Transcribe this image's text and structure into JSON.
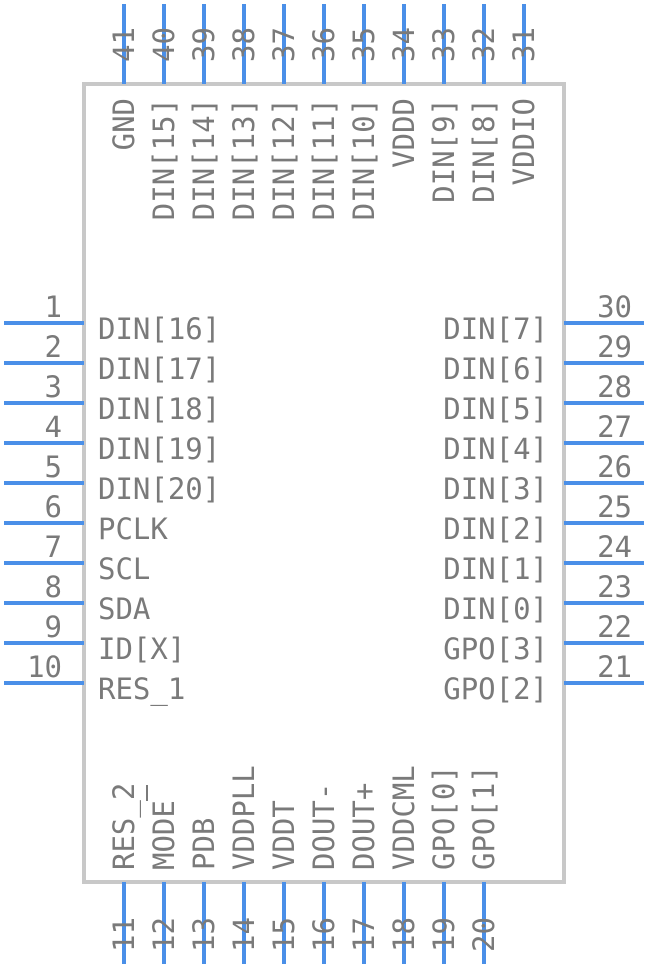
{
  "colors": {
    "pin": "#4a8fe8",
    "body": "#c8c8c8",
    "text": "#7a7a7a"
  },
  "pins_left": [
    {
      "num": "1",
      "name": "DIN[16]"
    },
    {
      "num": "2",
      "name": "DIN[17]"
    },
    {
      "num": "3",
      "name": "DIN[18]"
    },
    {
      "num": "4",
      "name": "DIN[19]"
    },
    {
      "num": "5",
      "name": "DIN[20]"
    },
    {
      "num": "6",
      "name": "PCLK"
    },
    {
      "num": "7",
      "name": "SCL"
    },
    {
      "num": "8",
      "name": "SDA"
    },
    {
      "num": "9",
      "name": "ID[X]"
    },
    {
      "num": "10",
      "name": "RES_1"
    }
  ],
  "pins_bottom": [
    {
      "num": "11",
      "name": "RES_2"
    },
    {
      "num": "12",
      "name": "MODE"
    },
    {
      "num": "13",
      "name": "PDB"
    },
    {
      "num": "14",
      "name": "VDDPLL"
    },
    {
      "num": "15",
      "name": "VDDT"
    },
    {
      "num": "16",
      "name": "DOUT-"
    },
    {
      "num": "17",
      "name": "DOUT+"
    },
    {
      "num": "18",
      "name": "VDDCML"
    },
    {
      "num": "19",
      "name": "GPO[0]"
    },
    {
      "num": "20",
      "name": "GPO[1]"
    }
  ],
  "pins_right": [
    {
      "num": "21",
      "name": "GPO[2]"
    },
    {
      "num": "22",
      "name": "GPO[3]"
    },
    {
      "num": "23",
      "name": "DIN[0]"
    },
    {
      "num": "24",
      "name": "DIN[1]"
    },
    {
      "num": "25",
      "name": "DIN[2]"
    },
    {
      "num": "26",
      "name": "DIN[3]"
    },
    {
      "num": "27",
      "name": "DIN[4]"
    },
    {
      "num": "28",
      "name": "DIN[5]"
    },
    {
      "num": "29",
      "name": "DIN[6]"
    },
    {
      "num": "30",
      "name": "DIN[7]"
    }
  ],
  "pins_top": [
    {
      "num": "31",
      "name": "VDDIO"
    },
    {
      "num": "32",
      "name": "DIN[8]"
    },
    {
      "num": "33",
      "name": "DIN[9]"
    },
    {
      "num": "34",
      "name": "VDDD"
    },
    {
      "num": "35",
      "name": "DIN[10]"
    },
    {
      "num": "36",
      "name": "DIN[11]"
    },
    {
      "num": "37",
      "name": "DIN[12]"
    },
    {
      "num": "38",
      "name": "DIN[13]"
    },
    {
      "num": "39",
      "name": "DIN[14]"
    },
    {
      "num": "40",
      "name": "DIN[15]"
    },
    {
      "num": "41",
      "name": "GND"
    }
  ]
}
